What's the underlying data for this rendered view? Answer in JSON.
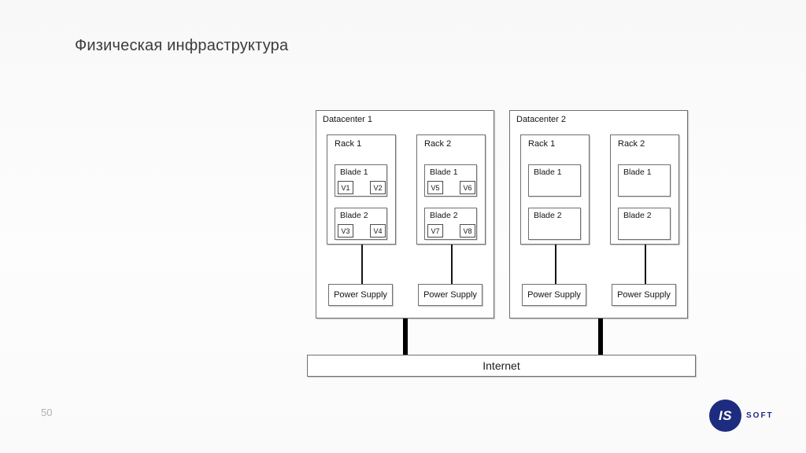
{
  "title": "Физическая инфраструктура",
  "page_number": "50",
  "diagram": {
    "internet": "Internet",
    "datacenters": [
      {
        "label": "Datacenter 1",
        "racks": [
          {
            "label": "Rack 1",
            "blades": [
              {
                "label": "Blade 1",
                "vms": [
                  "V1",
                  "V2"
                ]
              },
              {
                "label": "Blade 2",
                "vms": [
                  "V3",
                  "V4"
                ]
              }
            ],
            "power_supply": "Power Supply"
          },
          {
            "label": "Rack 2",
            "blades": [
              {
                "label": "Blade 1",
                "vms": [
                  "V5",
                  "V6"
                ]
              },
              {
                "label": "Blade 2",
                "vms": [
                  "V7",
                  "V8"
                ]
              }
            ],
            "power_supply": "Power Supply"
          }
        ]
      },
      {
        "label": "Datacenter 2",
        "racks": [
          {
            "label": "Rack 1",
            "blades": [
              {
                "label": "Blade 1",
                "vms": []
              },
              {
                "label": "Blade 2",
                "vms": []
              }
            ],
            "power_supply": "Power Supply"
          },
          {
            "label": "Rack 2",
            "blades": [
              {
                "label": "Blade 1",
                "vms": []
              },
              {
                "label": "Blade 2",
                "vms": []
              }
            ],
            "power_supply": "Power Supply"
          }
        ]
      }
    ]
  },
  "logo": {
    "monogram": "IS",
    "wordmark": "SOFT",
    "brand_color": "#1e2c80"
  }
}
